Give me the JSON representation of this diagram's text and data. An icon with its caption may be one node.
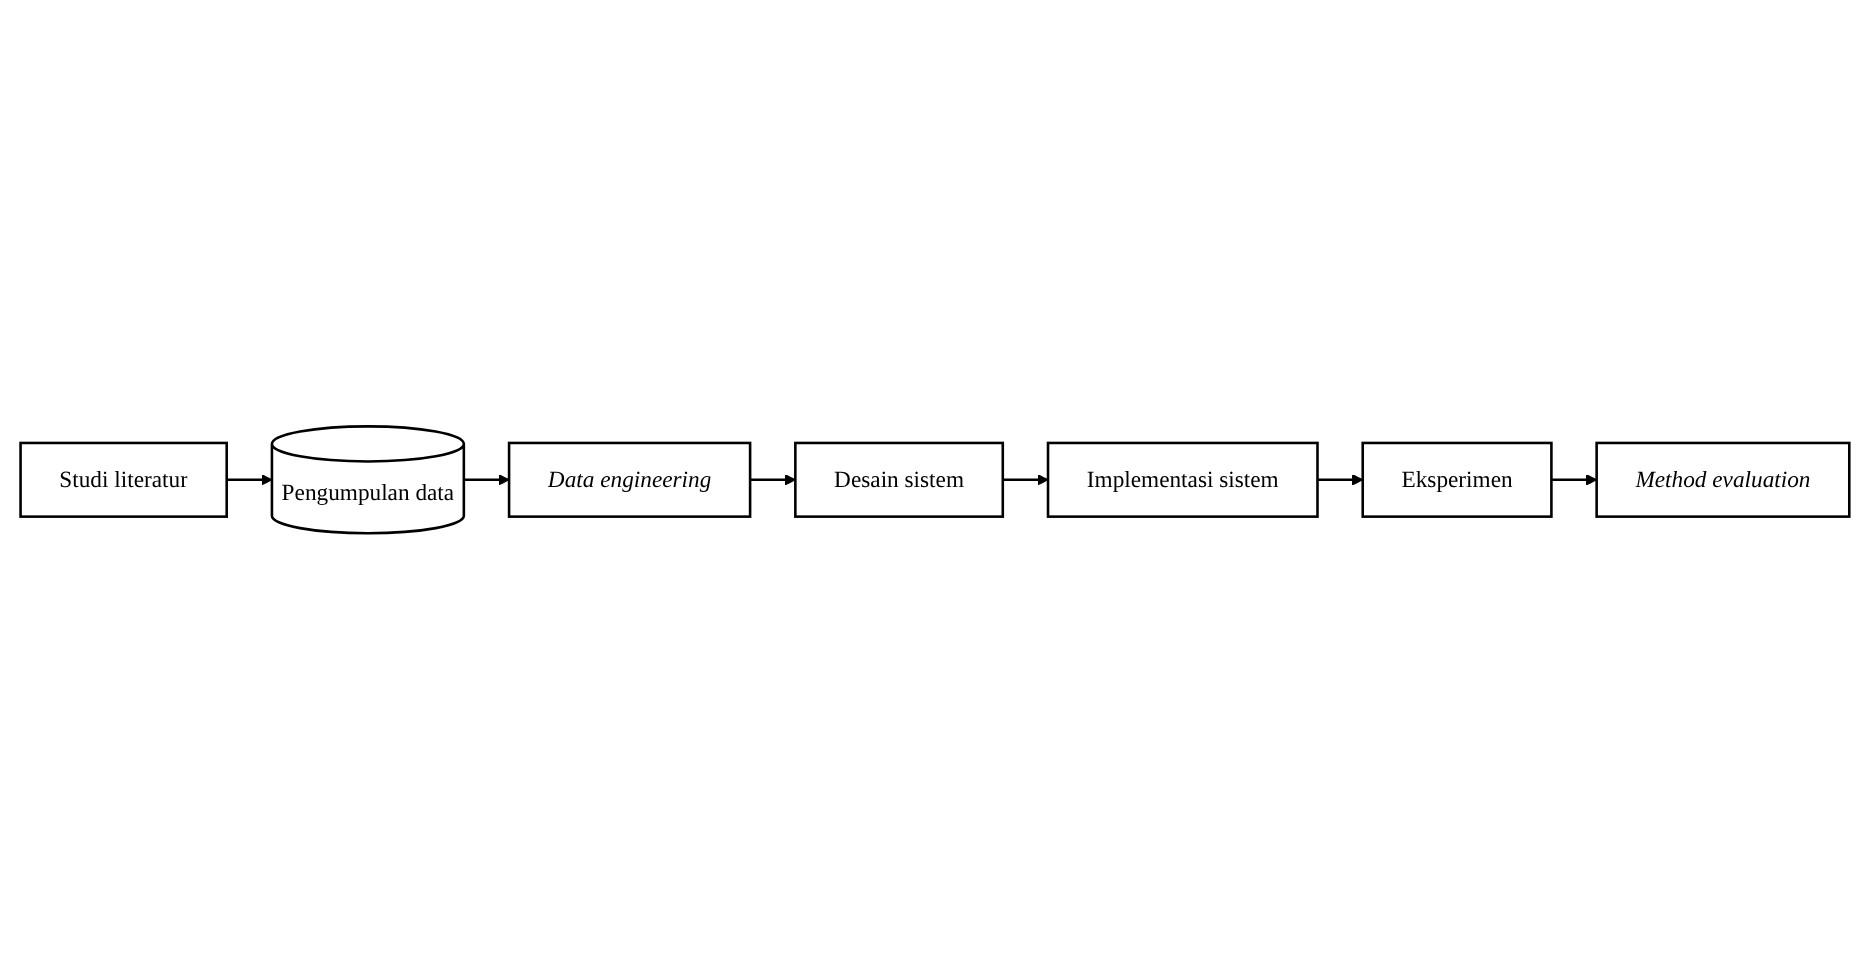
{
  "diagram": {
    "nodes": [
      {
        "text": [
          "Studi literatur"
        ]
      },
      {
        "text": [
          "Pengumpulan data"
        ]
      },
      {
        "text": [
          "Data engineering"
        ]
      },
      {
        "text": [
          "Desain sistem"
        ]
      },
      {
        "text": [
          "Implementasi sistem"
        ]
      },
      {
        "text": [
          "Eksperimen"
        ]
      },
      {
        "text": [
          "Method evaluation"
        ]
      }
    ],
    "edges": [
      {
        "from": 0,
        "to": 1,
        "arrow": "to"
      },
      {
        "from": 1,
        "to": 2,
        "arrow": "to"
      },
      {
        "from": 2,
        "to": 3,
        "arrow": "to"
      },
      {
        "from": 3,
        "to": 4,
        "arrow": "to"
      },
      {
        "from": 4,
        "to": 5,
        "arrow": "to"
      },
      {
        "from": 5,
        "to": 6,
        "arrow": "to"
      }
    ]
  }
}
